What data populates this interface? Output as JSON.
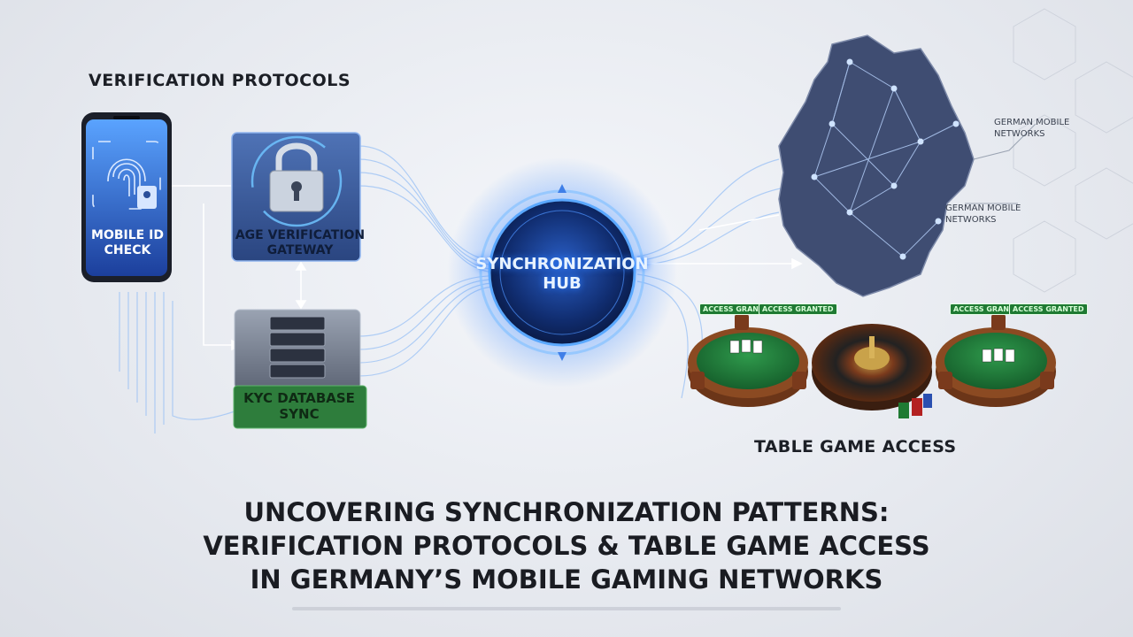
{
  "sections": {
    "verification": "VERIFICATION PROTOCOLS",
    "table_access": "TABLE GAME ACCESS"
  },
  "nodes": {
    "mobile_id": "MOBILE ID\nCHECK",
    "age_gateway": "AGE VERIFICATION\nGATEWAY",
    "kyc_sync": "KYC DATABASE\nSYNC",
    "hub": "SYNCHRONIZATION\nHUB"
  },
  "map_labels": [
    "GERMAN MOBILE\nNETWORKS",
    "GERMAN MOBILE\nNETWORKS"
  ],
  "table_badges": [
    "ACCESS GRANTED",
    "ACCESS GRANTED",
    "ACCESS GRANTED",
    "ACCESS GRANTED"
  ],
  "title_lines": [
    "UNCOVERING SYNCHRONIZATION PATTERNS:",
    "VERIFICATION PROTOCOLS & TABLE GAME ACCESS",
    "IN GERMANY’S MOBILE GAMING NETWORKS"
  ],
  "colors": {
    "hub_glow": "#2a7bff",
    "age_box": "#2f4f8f",
    "kyc_box": "#2e7d3c",
    "table_felt": "#1e7a3a",
    "map_fill": "#3a4a6e"
  }
}
